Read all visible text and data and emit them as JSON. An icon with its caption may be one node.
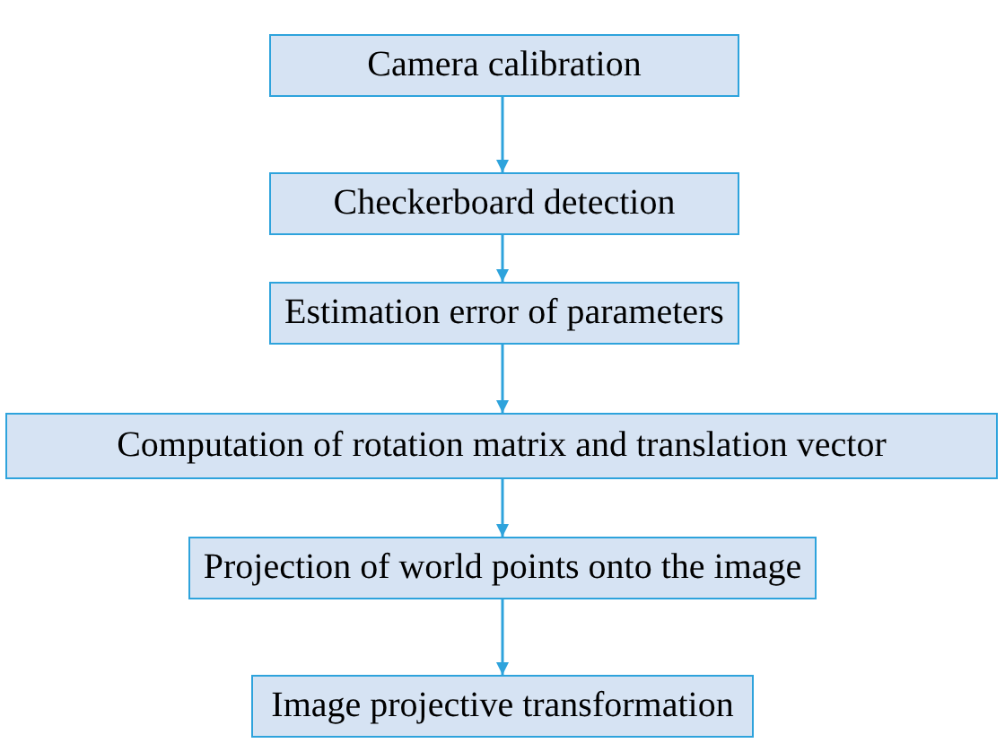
{
  "diagram": {
    "nodes": [
      {
        "text": [
          "Camera calibration"
        ]
      },
      {
        "text": [
          "Checkerboard detection"
        ]
      },
      {
        "text": [
          "Estimation error of parameters"
        ]
      },
      {
        "text": [
          "Computation of rotation matrix and translation vector"
        ]
      },
      {
        "text": [
          "Projection of world points onto the image"
        ]
      },
      {
        "text": [
          "Image projective transformation"
        ]
      }
    ],
    "edges": [
      {
        "from": 0,
        "to": 1,
        "arrow": "to"
      },
      {
        "from": 1,
        "to": 2,
        "arrow": "to"
      },
      {
        "from": 2,
        "to": 3,
        "arrow": "to"
      },
      {
        "from": 3,
        "to": 4,
        "arrow": "to"
      },
      {
        "from": 4,
        "to": 5,
        "arrow": "to"
      }
    ]
  }
}
